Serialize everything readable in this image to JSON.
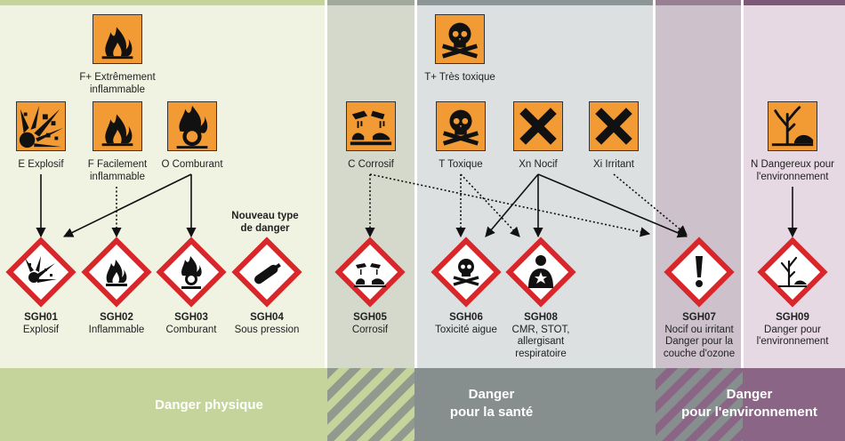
{
  "groups": {
    "physique": "Danger physique",
    "sante_line1": "Danger",
    "sante_line2": "pour la santé",
    "env_line1": "Danger",
    "env_line2": "pour l'environnement"
  },
  "old_symbols": [
    {
      "id": "fplus",
      "label": "F+ Extrêmement inflammable",
      "icon": "flame-icon"
    },
    {
      "id": "e",
      "label": "E Explosif",
      "icon": "explosion-icon"
    },
    {
      "id": "f",
      "label": "F Facilement inflammable",
      "icon": "flame-icon"
    },
    {
      "id": "o",
      "label": "O Comburant",
      "icon": "flame-over-circle-icon"
    },
    {
      "id": "c",
      "label": "C Corrosif",
      "icon": "corrosion-icon"
    },
    {
      "id": "tplus",
      "label": "T+ Très toxique",
      "icon": "skull-icon"
    },
    {
      "id": "t",
      "label": "T Toxique",
      "icon": "skull-icon"
    },
    {
      "id": "xn",
      "label": "Xn Nocif",
      "icon": "cross-icon"
    },
    {
      "id": "xi",
      "label": "Xi Irritant",
      "icon": "cross-icon"
    },
    {
      "id": "n",
      "label": "N Dangereux pour l'environnement",
      "icon": "dead-tree-icon"
    }
  ],
  "nouveau": "Nouveau type de danger",
  "ghs": [
    {
      "code": "SGH01",
      "name": "Explosif",
      "icon": "explosion-icon"
    },
    {
      "code": "SGH02",
      "name": "Inflammable",
      "icon": "flame-icon"
    },
    {
      "code": "SGH03",
      "name": "Comburant",
      "icon": "flame-over-circle-icon"
    },
    {
      "code": "SGH04",
      "name": "Sous pression",
      "icon": "gas-cylinder-icon"
    },
    {
      "code": "SGH05",
      "name": "Corrosif",
      "icon": "corrosion-icon"
    },
    {
      "code": "SGH06",
      "name": "Toxicité aigue",
      "icon": "skull-icon"
    },
    {
      "code": "SGH08",
      "name": "CMR, STOT, allergisant respiratoire",
      "icon": "health-hazard-icon"
    },
    {
      "code": "SGH07",
      "name": "Nocif ou irritant Danger pour la couche d'ozone",
      "icon": "exclamation-icon"
    },
    {
      "code": "SGH09",
      "name": "Danger pour l'environnement",
      "icon": "environment-icon"
    }
  ],
  "colors": {
    "orange": "#f29a33",
    "red": "#d9262a"
  }
}
